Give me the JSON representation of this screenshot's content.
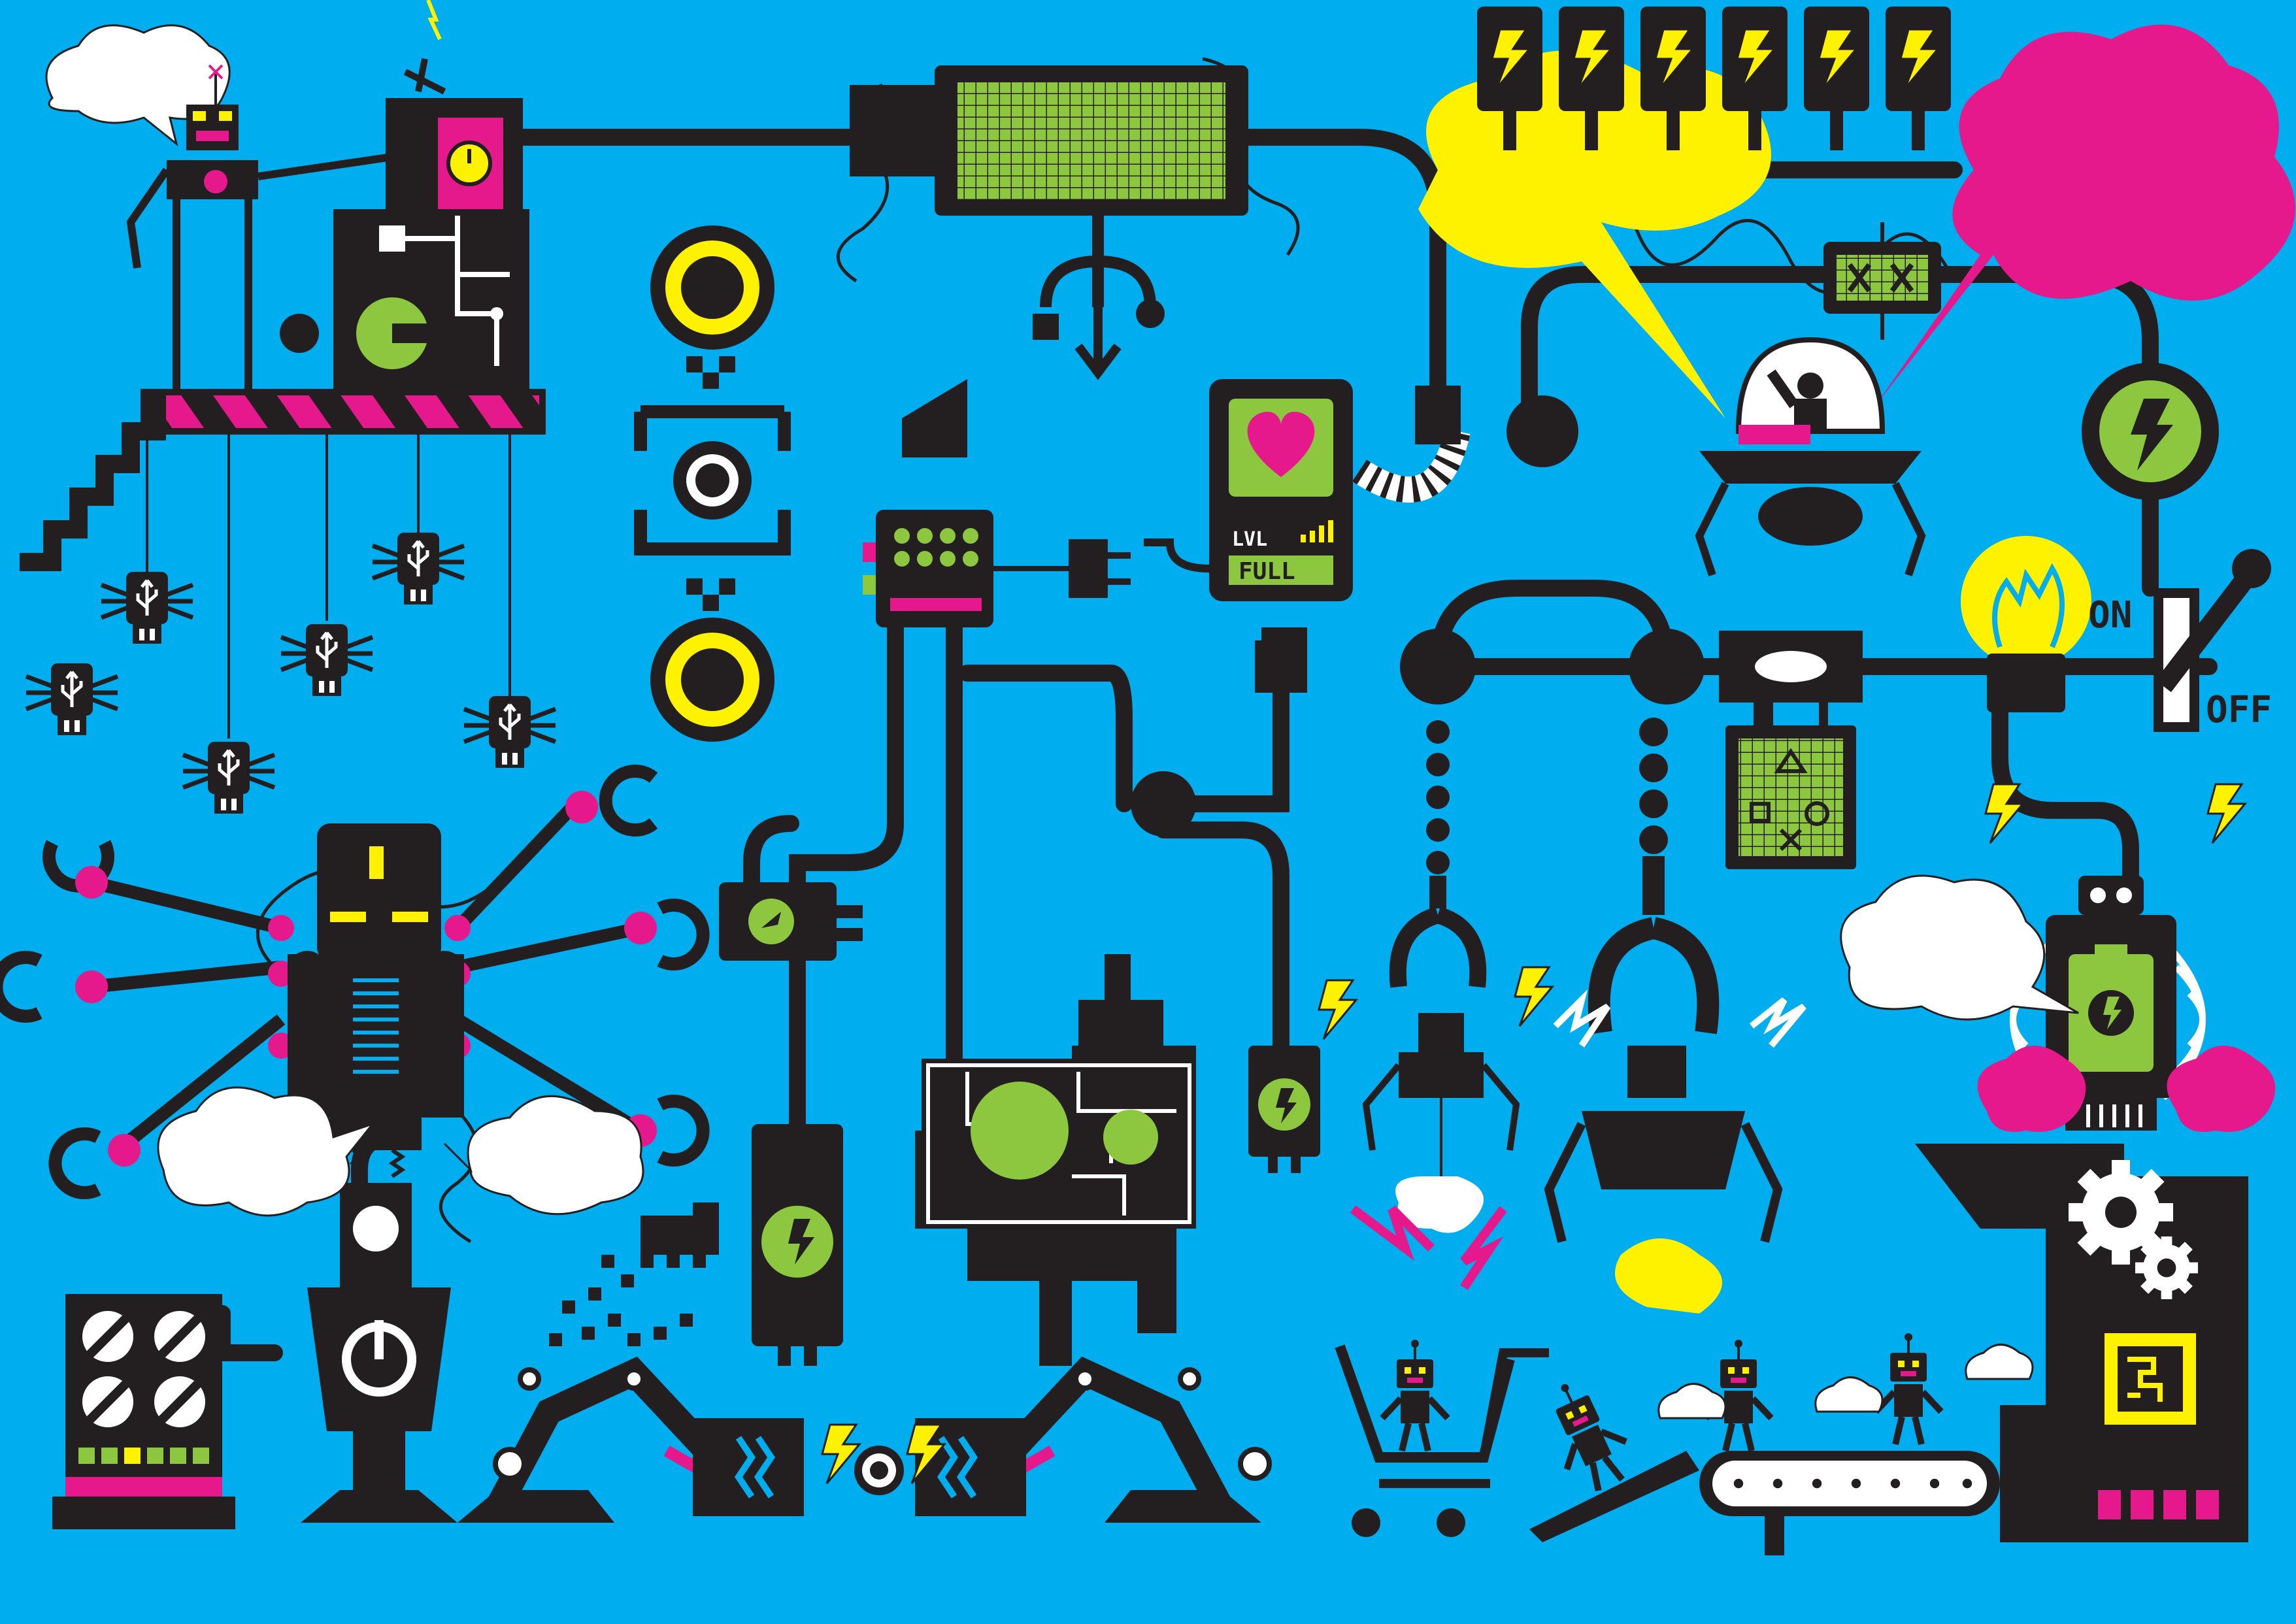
{
  "labels": {
    "lvl": "LVL",
    "full": "FULL",
    "on": "ON",
    "off": "OFF"
  },
  "colors": {
    "background": "#00AEEF",
    "machine": "#231F20",
    "accent_pink": "#E6198C",
    "accent_green": "#8DC63F",
    "accent_yellow": "#FFF200",
    "cloud_white": "#FFFFFF"
  },
  "icons": [
    "usb-icon",
    "power-icon",
    "lightning-icon",
    "heart-icon",
    "gear-icon",
    "lightbulb-icon",
    "plug-icon",
    "battery-icon",
    "shopping-cart-icon",
    "ufo-icon"
  ]
}
